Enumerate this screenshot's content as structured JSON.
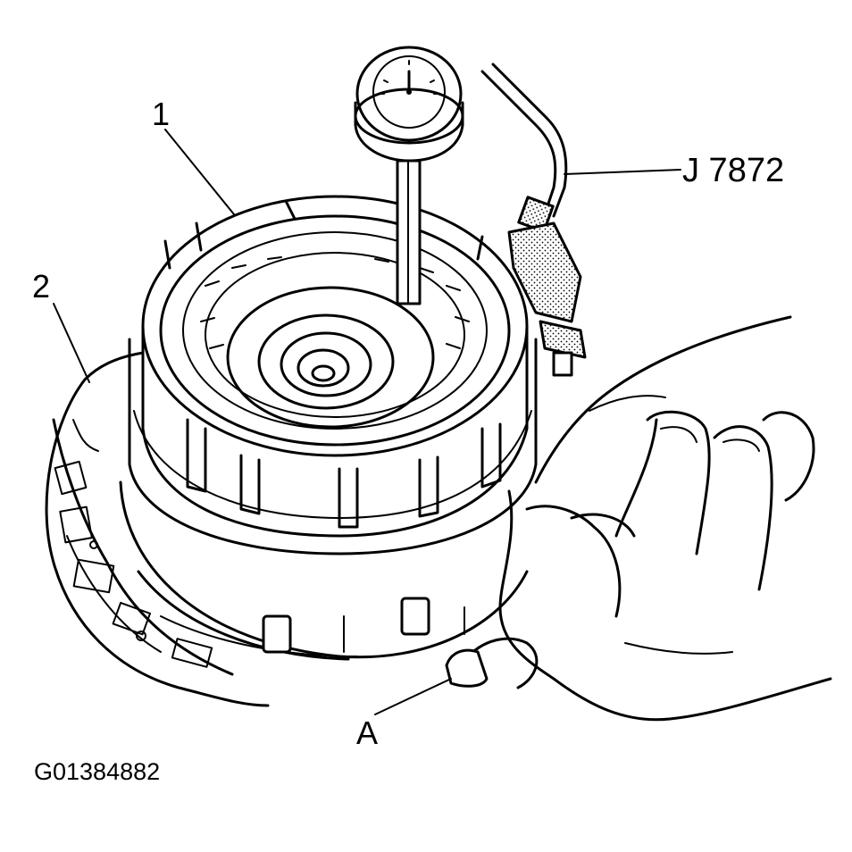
{
  "figure": {
    "figure_code": "G01384882"
  },
  "callouts": {
    "item_1": "1",
    "item_2": "2",
    "tool": "J 7872",
    "item_a": "A"
  },
  "colors": {
    "ink": "#000000",
    "paper": "#ffffff"
  }
}
